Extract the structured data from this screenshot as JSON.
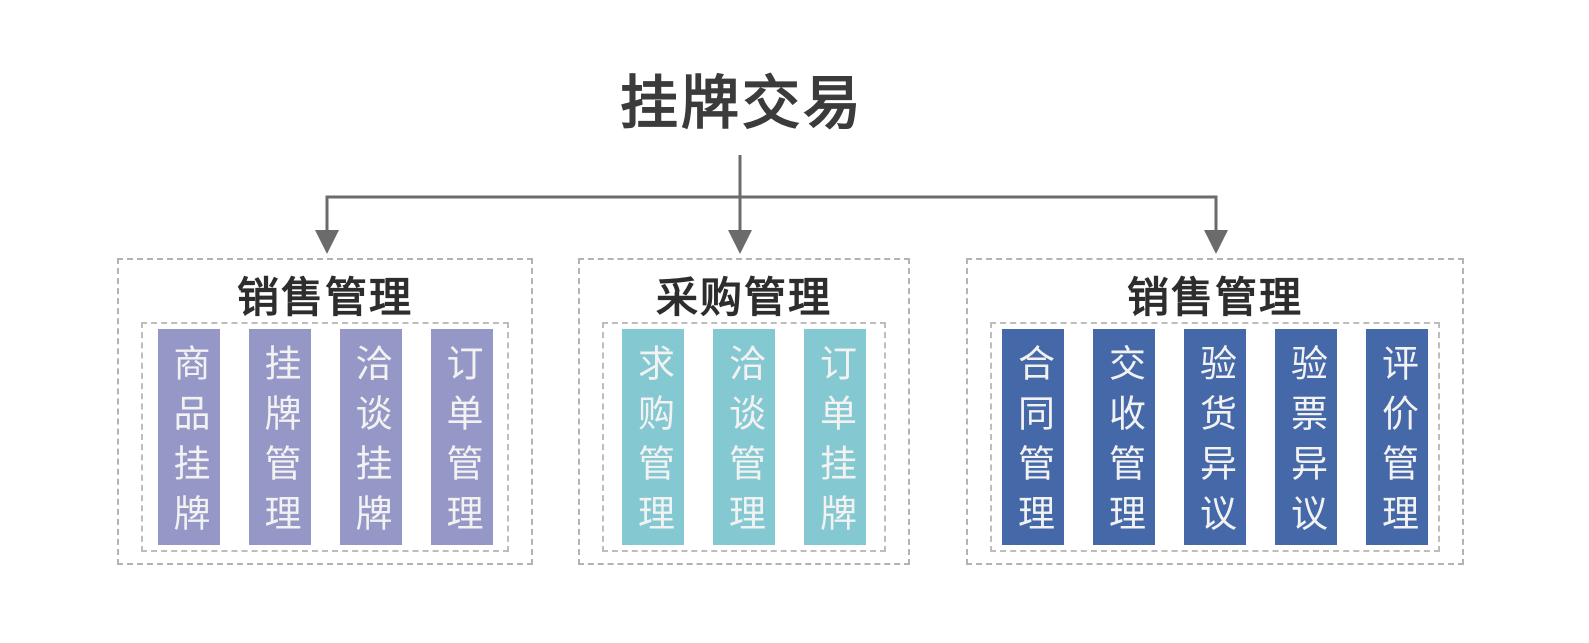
{
  "title": "挂牌交易",
  "colors": {
    "title_text": "#3b3b3b",
    "connector": "#6b6b6b",
    "outer_border": "#b3b3b3",
    "inner_border": "#bdbdbd",
    "group_title_text": "#2d2d2d",
    "bar_text": "#f2f2f2",
    "background": "#ffffff",
    "sales_bar": "#9597c6",
    "procurement_bar": "#84c8d1",
    "sales2_bar": "#4568a9"
  },
  "groups": [
    {
      "title": "销售管理",
      "bar_color": "#9597c6",
      "items": [
        "商品挂牌",
        "挂牌管理",
        "洽谈挂牌",
        "订单管理"
      ]
    },
    {
      "title": "采购管理",
      "bar_color": "#84c8d1",
      "items": [
        "求购管理",
        "洽谈管理",
        "订单挂牌"
      ]
    },
    {
      "title": "销售管理",
      "bar_color": "#4568a9",
      "items": [
        "合同管理",
        "交收管理",
        "验货异议",
        "验票异议",
        "评价管理"
      ]
    }
  ]
}
